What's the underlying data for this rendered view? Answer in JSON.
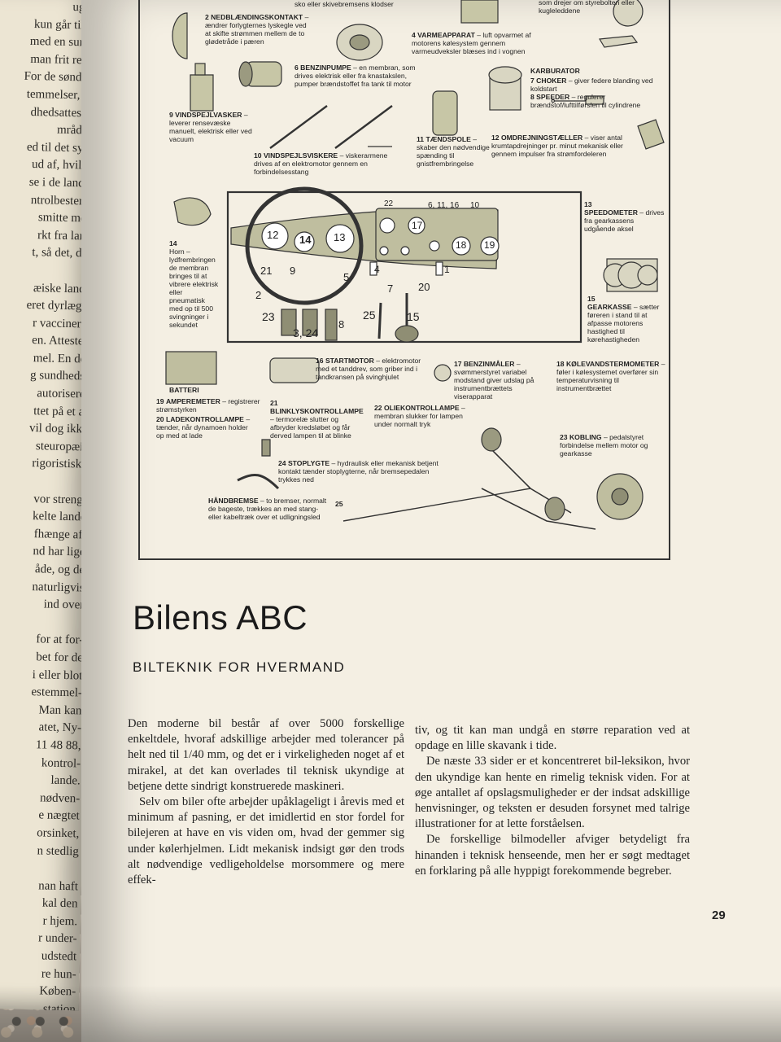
{
  "left_page": {
    "lines": [
      "ugen",
      "kun går til et",
      "med en sund-",
      "man frit rejse",
      "For de sønder-",
      "temmelser, da",
      "dhedsattester",
      "mrådet.",
      "ed til det syd-",
      "ud af, hvilke",
      "se i de lande,",
      "ntrolbestem-",
      "smitte med",
      "rkt fra land",
      "t, så det, der",
      "",
      "æiske lande",
      "eret dyrlæge.",
      "r vaccineret",
      "en. Attesten",
      "mel. En del",
      "g sundheds-",
      "autoriseret",
      "ttet på et af",
      "vil dog ikke",
      "steuropæi-",
      "rigoristiske",
      "",
      "vor strengt",
      "kelte lande",
      "fhænge af,",
      "nd har lige",
      "åde, og de",
      "naturligvis",
      "ind over",
      "",
      "for at for-",
      "bet for de",
      "i eller blot",
      "estemmel-",
      "Man kan",
      "atet, Ny-",
      "11 48 88,",
      "kontrol-",
      "lande.",
      "nødven-",
      "e nægtet",
      "orsinket,",
      "n stedlig",
      "",
      "nan haft",
      "kal den",
      "r hjem.",
      "r under-",
      "udstedt",
      "re hun-",
      "Køben-",
      "station"
    ]
  },
  "diagram": {
    "top_cut_1": "sko eller skivebremsens klodser",
    "top_cut_2": "som drejer om styrebolten eller kugleleddene",
    "item2": {
      "num": "2",
      "title": "NEDBLÆNDINGSKONTAKT",
      "text": "– ændrer forlygternes lyskegle ved at skifte strømmen mellem de to glødetråde i pæren"
    },
    "item4": {
      "num": "4",
      "title": "VARMEAPPARAT",
      "text": "– luft opvarmet af motorens kølesystem gennem varmeudveksler blæses ind i vognen"
    },
    "item6": {
      "num": "6",
      "title": "BENZINPUMPE",
      "text": "– en membran, som drives elektrisk eller fra knastakslen, pumper brændstoffet fra tank til motor"
    },
    "karburator": "KARBURATOR",
    "item7": {
      "num": "7",
      "title": "CHOKER",
      "text": "– giver federe blanding ved koldstart"
    },
    "item8": {
      "num": "8",
      "title": "SPEEDER",
      "text": "– regulerer brændstof/lufttilførslen til cylindrene"
    },
    "item9": {
      "num": "9",
      "title": "VINDSPEJLVASKER",
      "text": "– leverer rensevæske manuelt, elektrisk eller ved vacuum"
    },
    "item10": {
      "num": "10",
      "title": "VINDSPEJLSVISKERE",
      "text": "– viskerarmene drives af en elektromotor gennem en forbindelsesstang"
    },
    "item11": {
      "num": "11",
      "title": "TÆNDSPOLE",
      "text": "– skaber den nødvendige spænding til gnistfrembringelse"
    },
    "item12": {
      "num": "12",
      "title": "OMDREJNINGSTÆLLER",
      "text": "– viser antal krumtapdrejninger pr. minut mekanisk eller gennem impulser fra strømfordeleren"
    },
    "item13": {
      "num": "13",
      "title": "SPEEDOMETER",
      "text": "– drives fra gearkassens udgående aksel"
    },
    "item14": {
      "num": "14",
      "title": "",
      "text": "Horn – lydfrembringen de membran bringes til at vibrere elektrisk eller pneumatisk med op til 500 svingninger i sekundet"
    },
    "item15": {
      "num": "15",
      "title": "GEARKASSE",
      "text": "– sætter føreren i stand til at afpasse motorens hastighed til kørehastigheden"
    },
    "item16": {
      "num": "16",
      "title": "STARTMOTOR",
      "text": "– elektromotor med et tanddrev, som griber ind i tandkransen på svinghjulet"
    },
    "item17": {
      "num": "17",
      "title": "BENZINMÅLER",
      "text": "– svømmerstyret variabel modstand giver udslag på instrumentbrættets viserapparat"
    },
    "item18": {
      "num": "18",
      "title": "KØLEVANDSTERMOMETER",
      "text": "– føler i kølesystemet overfører sin temperaturvisning til instrumentbrættet"
    },
    "batteri": "BATTERI",
    "item19": {
      "num": "19",
      "title": "AMPEREMETER",
      "text": "– registrerer strømstyrken"
    },
    "item20": {
      "num": "20",
      "title": "LADEKONTROLLAMPE",
      "text": "– tænder, når dynamoen holder op med at lade"
    },
    "item21": {
      "num": "21",
      "title": "BLINKLYSKONTROLLAMPE",
      "text": "– termorelæ slutter og afbryder kredsløbet og får derved lampen til at blinke"
    },
    "item22": {
      "num": "22",
      "title": "OLIEKONTROLLAMPE",
      "text": "– membran slukker for lampen under normalt tryk"
    },
    "item23": {
      "num": "23",
      "title": "KOBLING",
      "text": "– pedalstyret forbindelse mellem motor og gearkasse"
    },
    "item24": {
      "num": "24",
      "title": "STOPLYGTE",
      "text": "– hydraulisk eller mekanisk betjent kontakt tænder stoplygterne, når bremsepedalen trykkes ned"
    },
    "item25": {
      "num": "25",
      "title": "HÅNDBREMSE",
      "text": "– to bremser, normalt de bageste, trækkes an med stang- eller kabeltræk over et udligningsled"
    },
    "dash_labels": [
      "22",
      "6, 11, 16",
      "10",
      "12",
      "14",
      "13",
      "17",
      "18",
      "19",
      "21",
      "9",
      "4",
      "1",
      "20",
      "5",
      "7",
      "2",
      "23",
      "25",
      "15",
      "3, 24",
      "8"
    ]
  },
  "article": {
    "title": "Bilens ABC",
    "subtitle": "BILTEKNIK FOR HVERMAND",
    "col1": [
      "Den moderne bil består af over 5000 forskellige enkeltdele, hvoraf adskillige arbejder med tolerancer på helt ned til 1/40 mm, og det er i virkeligheden noget af et mirakel, at det kan overlades til teknisk ukyndige at betjene dette sindrigt konstruerede maskineri.",
      "Selv om biler ofte arbejder upåklageligt i årevis med et minimum af pasning, er det imidlertid en stor fordel for bilejeren at have en vis viden om, hvad der gemmer sig under kølerhjelmen. Lidt mekanisk indsigt gør den trods alt nødvendige vedligeholdelse morsommere og mere effek-"
    ],
    "col2": [
      "tiv, og tit kan man undgå en større reparation ved at opdage en lille skavank i tide.",
      "De næste 33 sider er et koncentreret bil-leksikon, hvor den ukyndige kan hente en rimelig teknisk viden. For at øge antallet af opslagsmuligheder er der indsat adskillige henvisninger, og teksten er desuden forsynet med talrige illustrationer for at lette forståelsen.",
      "De forskellige bilmodeller afviger betydeligt fra hinanden i teknisk henseende, men her er søgt medtaget en forklaring på alle hyppigt forekommende begreber."
    ],
    "page_number": "29"
  },
  "colors": {
    "paper": "#f4efe3",
    "ink": "#222222",
    "illustration_tint": "#b8b79a"
  }
}
